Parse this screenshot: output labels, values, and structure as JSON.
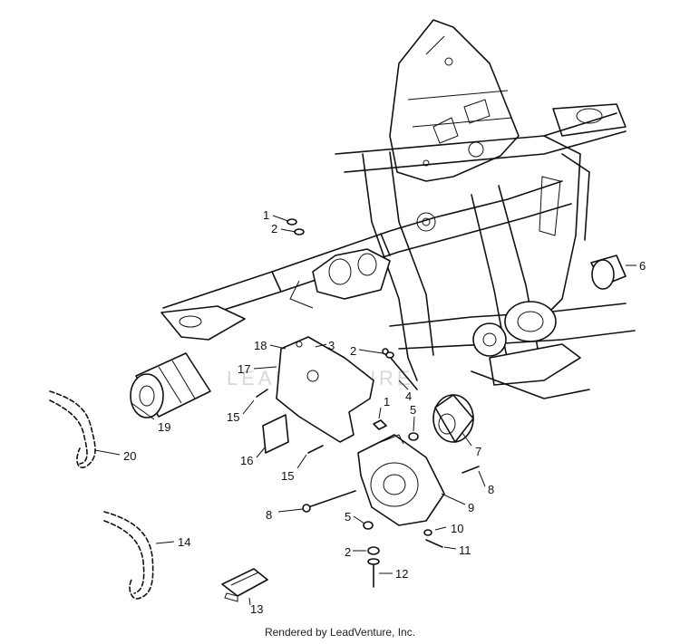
{
  "watermark": "LEADVENTURE",
  "footer": "Rendered by LeadVenture, Inc.",
  "callouts": [
    {
      "id": "c1a",
      "label": "1"
    },
    {
      "id": "c2a",
      "label": "2"
    },
    {
      "id": "c3",
      "label": "3"
    },
    {
      "id": "c2b",
      "label": "2"
    },
    {
      "id": "c4",
      "label": "4"
    },
    {
      "id": "c6",
      "label": "6"
    },
    {
      "id": "c18",
      "label": "18"
    },
    {
      "id": "c17",
      "label": "17"
    },
    {
      "id": "c15a",
      "label": "15"
    },
    {
      "id": "c19",
      "label": "19"
    },
    {
      "id": "c20",
      "label": "20"
    },
    {
      "id": "c16",
      "label": "16"
    },
    {
      "id": "c15b",
      "label": "15"
    },
    {
      "id": "c1b",
      "label": "1"
    },
    {
      "id": "c5a",
      "label": "5"
    },
    {
      "id": "c7",
      "label": "7"
    },
    {
      "id": "c8a",
      "label": "8"
    },
    {
      "id": "c8b",
      "label": "8"
    },
    {
      "id": "c9",
      "label": "9"
    },
    {
      "id": "c5b",
      "label": "5"
    },
    {
      "id": "c10",
      "label": "10"
    },
    {
      "id": "c2c",
      "label": "2"
    },
    {
      "id": "c11",
      "label": "11"
    },
    {
      "id": "c12",
      "label": "12"
    },
    {
      "id": "c14",
      "label": "14"
    },
    {
      "id": "c13",
      "label": "13"
    }
  ]
}
